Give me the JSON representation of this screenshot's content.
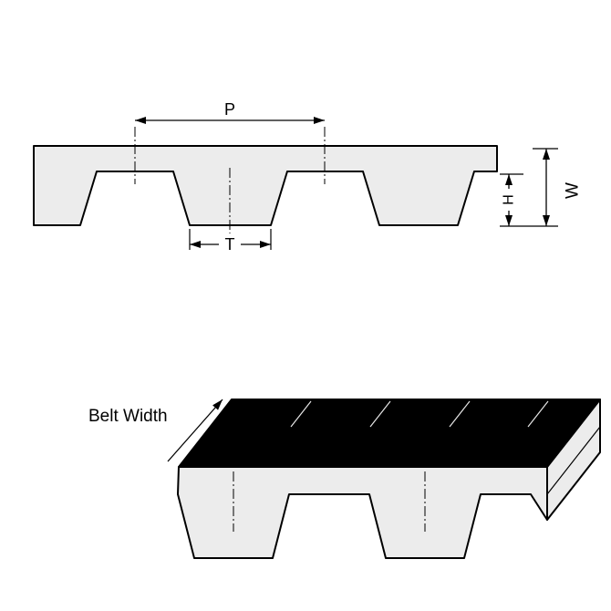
{
  "figure": {
    "profile_view": {
      "pitch_label": "P",
      "tooth_width_label": "T",
      "tooth_height_label": "H",
      "belt_thickness_label": "W"
    },
    "isometric_view": {
      "belt_width_label": "Belt Width"
    },
    "colors": {
      "background": "#ffffff",
      "belt_fill": "#ececec",
      "top_face_fill": "#000000",
      "line": "#000000"
    }
  }
}
